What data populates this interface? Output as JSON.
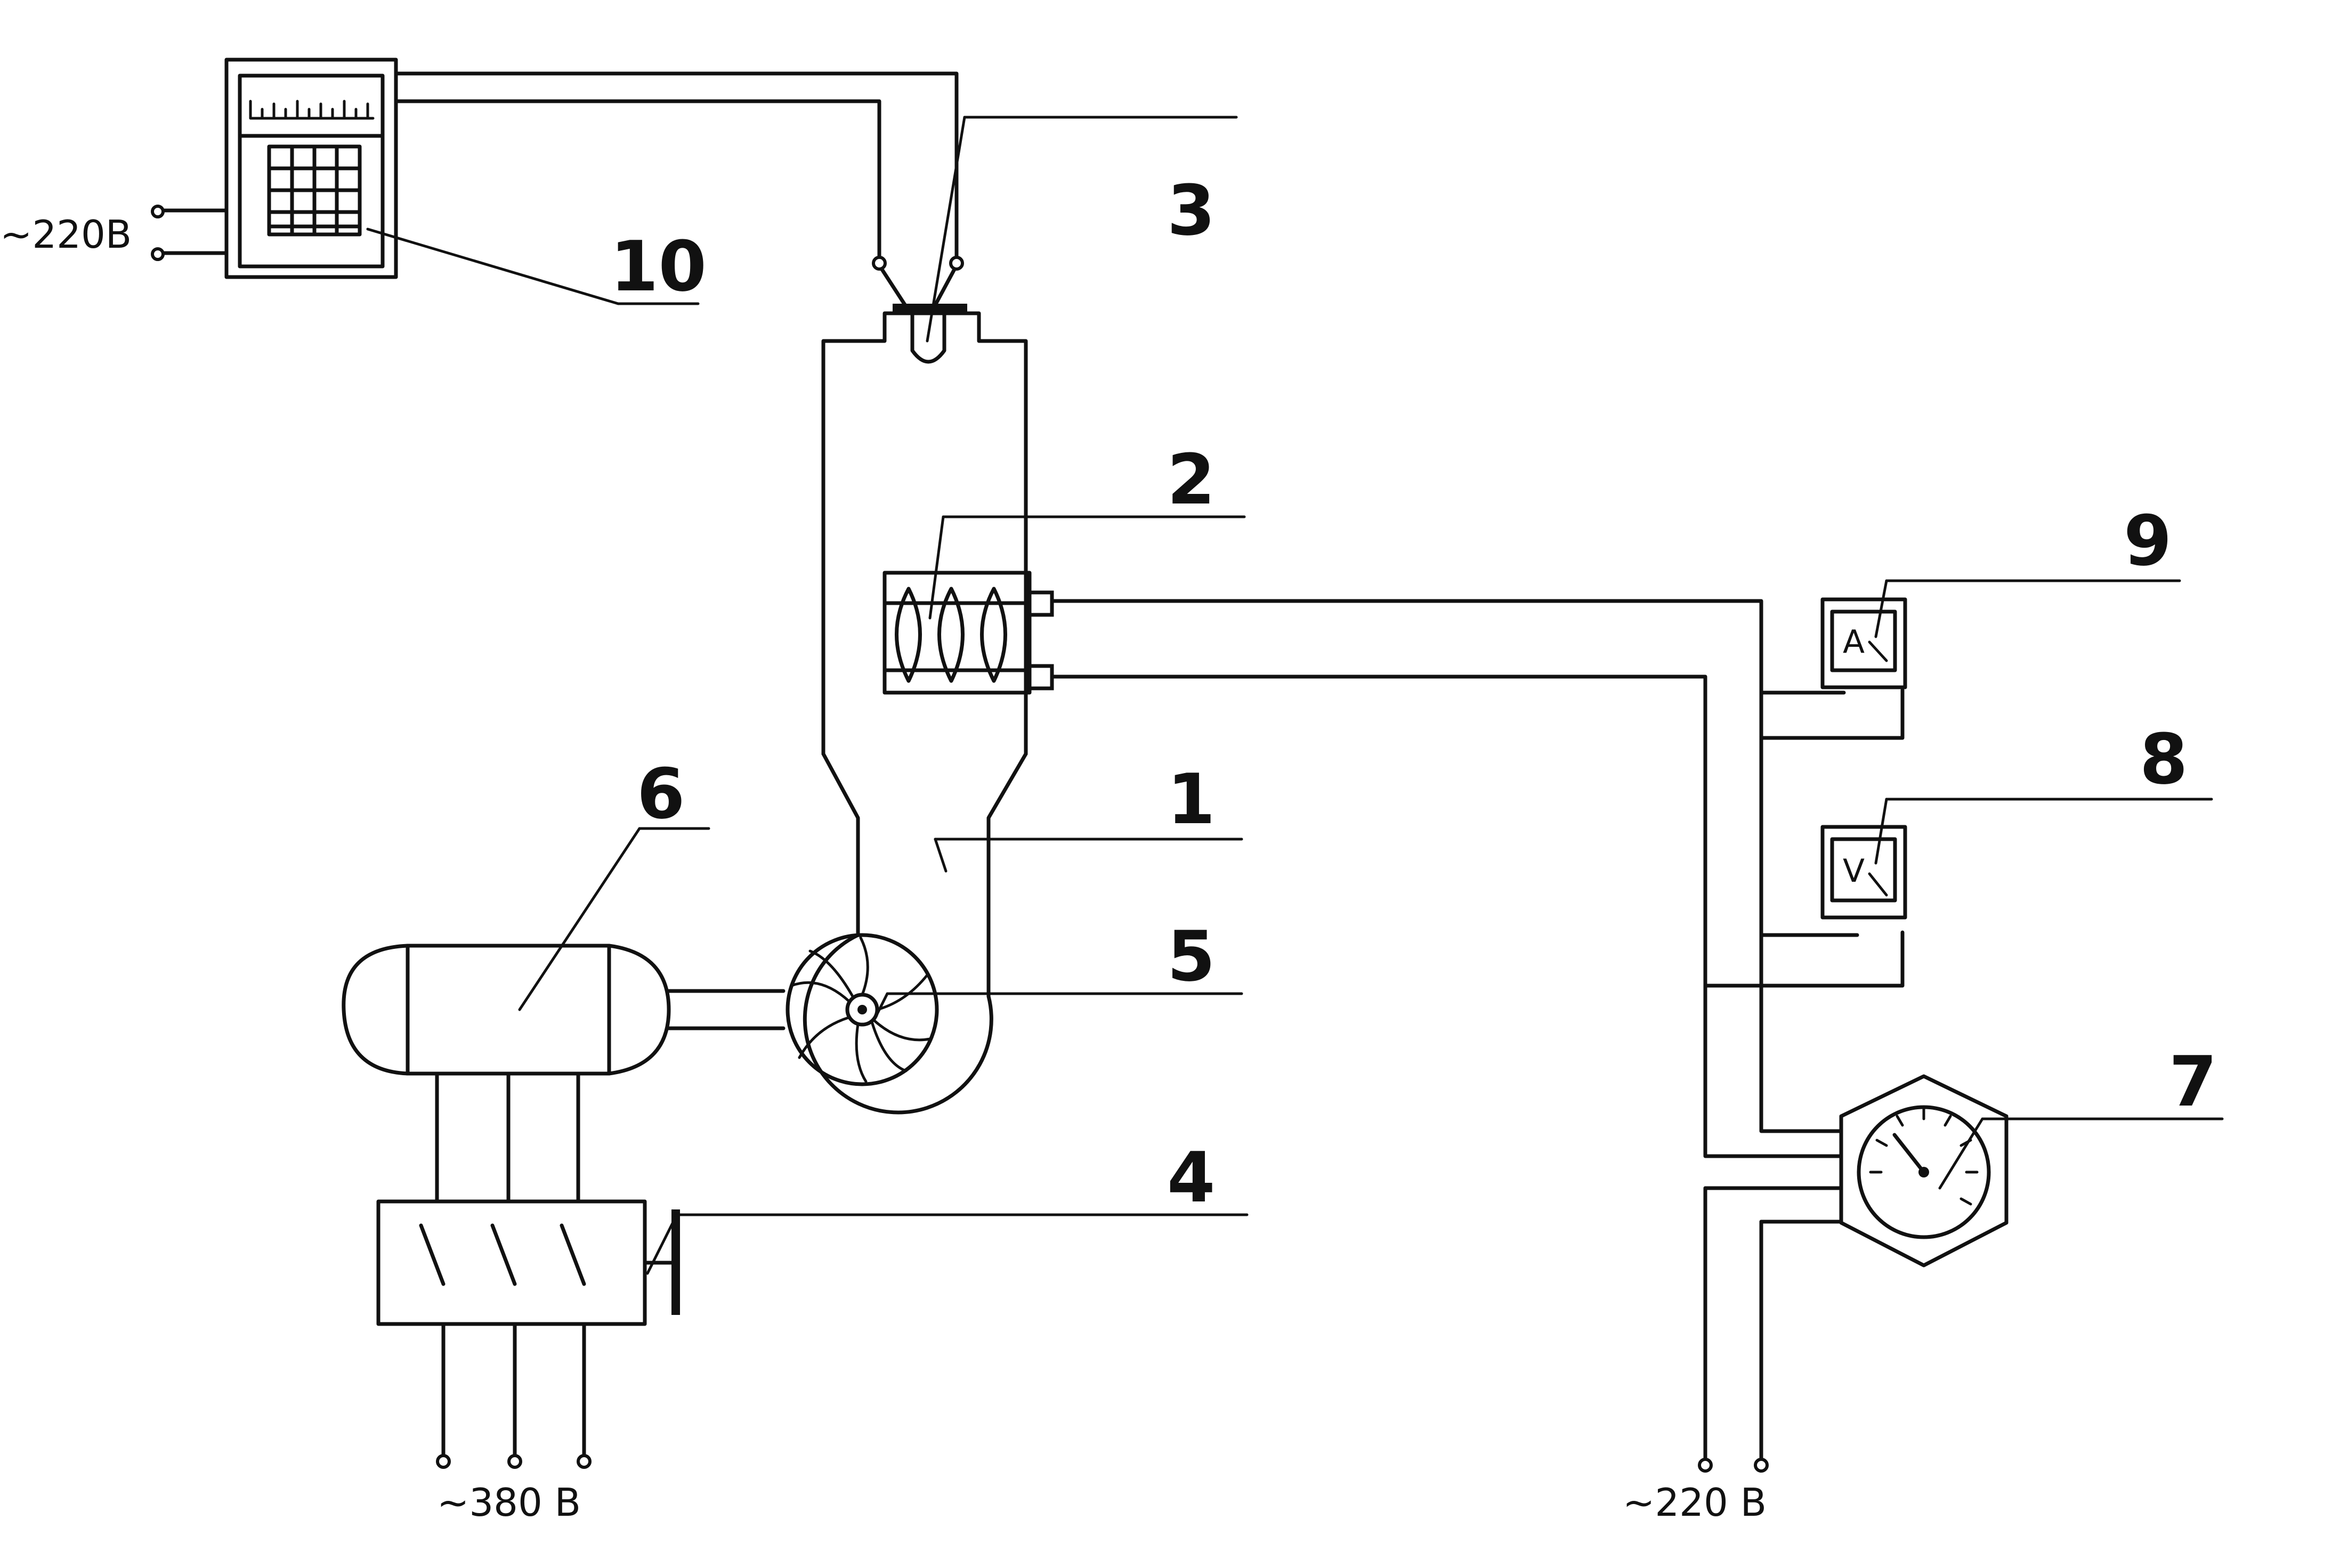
{
  "labels": {
    "n1": "1",
    "n2": "2",
    "n3": "3",
    "n4": "4",
    "n5": "5",
    "n6": "6",
    "n7": "7",
    "n8": "8",
    "n9": "9",
    "n10": "10"
  },
  "voltages": {
    "recorder_supply": "~220B",
    "motor_supply": "~380 B",
    "heater_supply": "~220 B"
  },
  "meters": {
    "ammeter": "A",
    "voltmeter": "V"
  }
}
